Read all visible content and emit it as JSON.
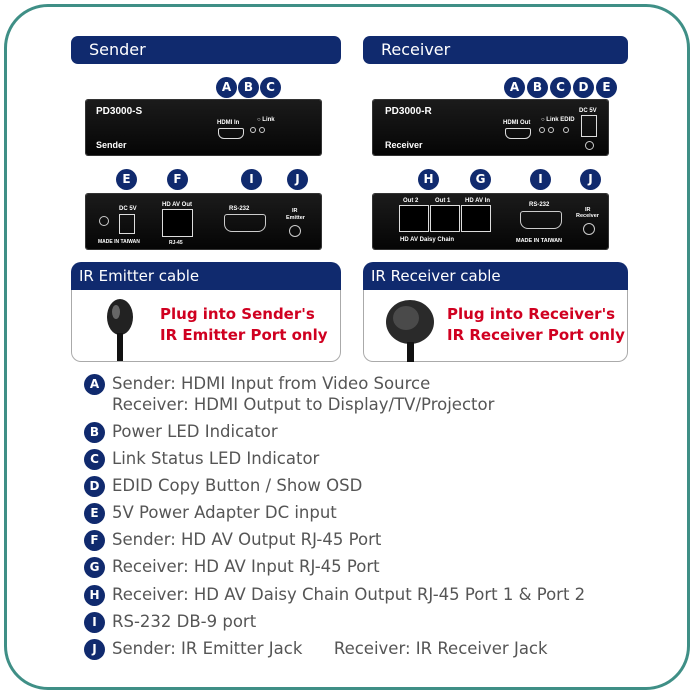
{
  "sender": {
    "header": "Sender",
    "front": {
      "model": "PD3000-S",
      "label": "Sender",
      "hdmi": "HDMI In",
      "link": "Link"
    },
    "front_letters": [
      "A",
      "B",
      "C"
    ],
    "back": {
      "dc": "DC 5V",
      "made": "MADE IN TAIWAN",
      "hdav": "HD AV Out",
      "rj45": "RJ-45",
      "rs232": "RS-232",
      "ir1": "IR",
      "ir2": "Emitter"
    },
    "back_letters": [
      "E",
      "F",
      "I",
      "J"
    ]
  },
  "receiver": {
    "header": "Receiver",
    "front": {
      "model": "PD3000-R",
      "label": "Receiver",
      "hdmi": "HDMI Out",
      "link": "Link EDID",
      "dc": "DC 5V"
    },
    "front_letters": [
      "A",
      "B",
      "C",
      "D",
      "E"
    ],
    "back": {
      "out2": "Out 2",
      "out1": "Out 1",
      "hdavin": "HD AV In",
      "chain": "HD AV Daisy Chain",
      "rs232": "RS-232",
      "made": "MADE IN TAIWAN",
      "ir1": "IR",
      "ir2": "Receiver"
    },
    "back_letters": [
      "H",
      "G",
      "I",
      "J"
    ]
  },
  "cables": {
    "emitter": {
      "title": "IR Emitter  cable",
      "line1": "Plug into Sender's",
      "line2": "IR Emitter Port only"
    },
    "receiver": {
      "title": "IR Receiver  cable",
      "line1": "Plug into Receiver's",
      "line2": "IR Receiver Port only"
    }
  },
  "legend": [
    {
      "letter": "A",
      "text": "Sender: HDMI Input from Video Source",
      "text2": "Receiver: HDMI Output to Display/TV/Projector"
    },
    {
      "letter": "B",
      "text": "Power LED Indicator"
    },
    {
      "letter": "C",
      "text": "Link Status LED Indicator"
    },
    {
      "letter": "D",
      "text": "EDID Copy Button / Show OSD"
    },
    {
      "letter": "E",
      "text": "5V Power Adapter DC input"
    },
    {
      "letter": "F",
      "text": "Sender: HD AV Output RJ-45 Port"
    },
    {
      "letter": "G",
      "text": "Receiver: HD AV Input RJ-45 Port"
    },
    {
      "letter": "H",
      "text": "Receiver: HD AV Daisy Chain Output RJ-45 Port 1 & Port  2"
    },
    {
      "letter": "I",
      "text": "RS-232 DB-9 port"
    },
    {
      "letter": "J",
      "text": "Sender: IR Emitter Jack      Receiver: IR Receiver Jack"
    }
  ],
  "colors": {
    "navy": "#102a6e",
    "frame": "#3f8f86",
    "red": "#d00020",
    "text": "#555555"
  }
}
